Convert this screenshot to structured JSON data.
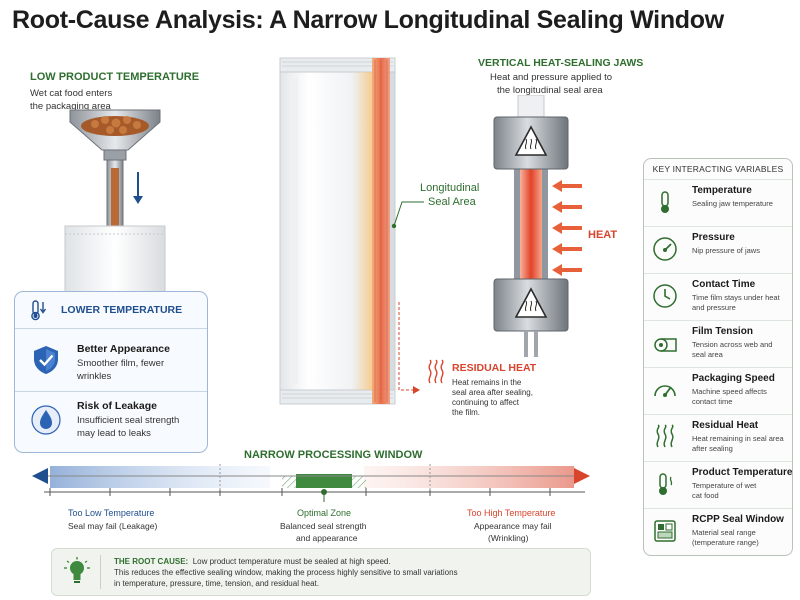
{
  "title": "Root-Cause Analysis: A Narrow Longitudinal Sealing Window",
  "low_temp": {
    "heading": "LOW PRODUCT TEMPERATURE",
    "text_l1": "Wet cat food enters",
    "text_l2": "the packaging area"
  },
  "lower_panel": {
    "heading": "LOWER TEMPERATURE",
    "item1_title": "Better Appearance",
    "item1_l1": "Smoother film, fewer",
    "item1_l2": "wrinkles",
    "item2_title": "Risk of Leakage",
    "item2_l1": "Insufficient seal strength",
    "item2_l2": "may lead to leaks"
  },
  "seal_area": {
    "l1": "Longitudinal",
    "l2": "Seal Area"
  },
  "jaws": {
    "heading": "VERTICAL HEAT-SEALING JAWS",
    "text_l1": "Heat and pressure applied to",
    "text_l2": "the longitudinal seal area"
  },
  "heat_label": "HEAT",
  "residual": {
    "heading": "RESIDUAL HEAT",
    "l1": "Heat remains in the",
    "l2": "seal area after sealing,",
    "l3": "continuing to affect",
    "l4": "the film."
  },
  "variables": {
    "heading": "KEY INTERACTING VARIABLES",
    "items": [
      {
        "name": "Temperature",
        "d1": "Sealing jaw temperature",
        "d2": "",
        "icon": "thermometer-icon"
      },
      {
        "name": "Pressure",
        "d1": "Nip pressure of jaws",
        "d2": "",
        "icon": "gauge-icon"
      },
      {
        "name": "Contact Time",
        "d1": "Time film stays under heat",
        "d2": "and pressure",
        "icon": "clock-icon"
      },
      {
        "name": "Film Tension",
        "d1": "Tension across web and",
        "d2": "seal area",
        "icon": "film-roll-icon"
      },
      {
        "name": "Packaging Speed",
        "d1": "Machine speed affects",
        "d2": "contact time",
        "icon": "speedometer-icon"
      },
      {
        "name": "Residual Heat",
        "d1": "Heat remaining in seal area",
        "d2": "after sealing",
        "icon": "heat-waves-icon"
      },
      {
        "name": "Product Temperature",
        "d1": "Temperature of wet",
        "d2": "cat food",
        "icon": "product-thermometer-icon"
      },
      {
        "name": "RCPP Seal Window",
        "d1": "Material seal range",
        "d2": "(temperature range)",
        "icon": "seal-window-icon"
      }
    ]
  },
  "window": {
    "heading": "NARROW PROCESSING WINDOW",
    "low_title": "Too Low Temperature",
    "low_desc": "Seal may fail (Leakage)",
    "opt_title": "Optimal Zone",
    "opt_l1": "Balanced seal strength",
    "opt_l2": "and appearance",
    "high_title": "Too High Temperature",
    "high_l1": "Appearance may fail",
    "high_l2": "(Wrinkling)"
  },
  "root_cause": {
    "label": "THE ROOT CAUSE:",
    "l1": "Low product temperature must be sealed at high speed.",
    "l2": "This reduces the effective sealing window, making the process highly sensitive to small variations",
    "l3": "in temperature, pressure, time, tension, and residual heat."
  },
  "colors": {
    "green": "#2f6e2f",
    "blue": "#1f4f8f",
    "red": "#d9442c",
    "heat_orange": "#e8603a"
  }
}
